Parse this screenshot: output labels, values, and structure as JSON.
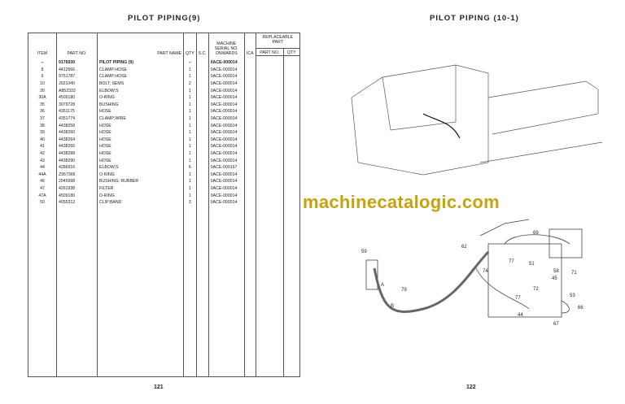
{
  "left_page": {
    "title": "PILOT PIPING(9)",
    "page_number": "121",
    "headers": {
      "item": "ITEM",
      "part_no": "PART NO.",
      "part_name": "PART NAME",
      "qty": "QTY",
      "sc": "S.C.",
      "serial": "MACHINE SERIAL NO. ONWARDS",
      "ica": "ICA",
      "replaceable": "REPLACEABLE PART",
      "rep_part_no": "PART NO.",
      "rep_qty": "QTY"
    },
    "rows": [
      {
        "item": "--",
        "part_no": "9176930",
        "name": "PILOT PIPING (9)",
        "qty": "--",
        "serial": "0ACE-000014"
      },
      {
        "item": "8",
        "part_no": "4412666",
        "name": "CLAMP;HOSE",
        "qty": "1",
        "serial": "0ACE-000014"
      },
      {
        "item": "9",
        "part_no": "9751787",
        "name": "CLAMP;HOSE",
        "qty": "1",
        "serial": "0ACE-000014"
      },
      {
        "item": "10",
        "part_no": "J021040",
        "name": "BOLT; SEMS",
        "qty": "2",
        "serial": "0ACE-000014"
      },
      {
        "item": "30",
        "part_no": "A852333",
        "name": "ELBOW;S",
        "qty": "1",
        "serial": "0ACE-000014"
      },
      {
        "item": "30A",
        "part_no": "4509180",
        "name": "O-RING",
        "qty": "1",
        "serial": "0ACE-000014"
      },
      {
        "item": "35",
        "part_no": "3079728",
        "name": "BUSHING",
        "qty": "1",
        "serial": "0ACE-000014"
      },
      {
        "item": "36",
        "part_no": "4351175",
        "name": "HOSE",
        "qty": "1",
        "serial": "0ACE-000014"
      },
      {
        "item": "37",
        "part_no": "4351774",
        "name": "CLAMP;WIRE",
        "qty": "1",
        "serial": "0ACE-000014"
      },
      {
        "item": "38",
        "part_no": "4438258",
        "name": "HOSE",
        "qty": "1",
        "serial": "0ACE-000014"
      },
      {
        "item": "39",
        "part_no": "4438260",
        "name": "HOSE",
        "qty": "1",
        "serial": "0ACE-000014"
      },
      {
        "item": "40",
        "part_no": "4438264",
        "name": "HOSE",
        "qty": "1",
        "serial": "0ACE-000014"
      },
      {
        "item": "41",
        "part_no": "4438266",
        "name": "HOSE",
        "qty": "1",
        "serial": "0ACE-000014"
      },
      {
        "item": "42",
        "part_no": "4438288",
        "name": "HOSE",
        "qty": "1",
        "serial": "0ACE-000014"
      },
      {
        "item": "43",
        "part_no": "4438290",
        "name": "HOSE",
        "qty": "1",
        "serial": "0ACE-000014"
      },
      {
        "item": "44",
        "part_no": "4286916",
        "name": "ELBOW;S",
        "qty": "6",
        "serial": "0ACE-000167"
      },
      {
        "item": "44A",
        "part_no": "Z957366",
        "name": "O-RING",
        "qty": "1",
        "serial": "0ACE-000014"
      },
      {
        "item": "46",
        "part_no": "2045998",
        "name": "BUSHING; RUBBER",
        "qty": "1",
        "serial": "0ACE-000014"
      },
      {
        "item": "47",
        "part_no": "4261938",
        "name": "FILTER",
        "qty": "1",
        "serial": "0ACE-000014"
      },
      {
        "item": "47A",
        "part_no": "4509180",
        "name": "O-RING",
        "qty": "1",
        "serial": "0ACE-000014"
      },
      {
        "item": "50",
        "part_no": "4055312",
        "name": "CLIP;BAND",
        "qty": "3",
        "serial": "0ACE-000014"
      }
    ]
  },
  "right_page": {
    "title": "PILOT PIPING (10-1)",
    "page_number": "122",
    "callouts": [
      "59",
      "62",
      "69",
      "77",
      "51",
      "58",
      "71",
      "74",
      "45",
      "72",
      "79",
      "53",
      "77",
      "66",
      "44",
      "67",
      "A",
      "B"
    ]
  },
  "watermark": {
    "text": "machinecatalogic.com",
    "color": "#c9a20a"
  }
}
